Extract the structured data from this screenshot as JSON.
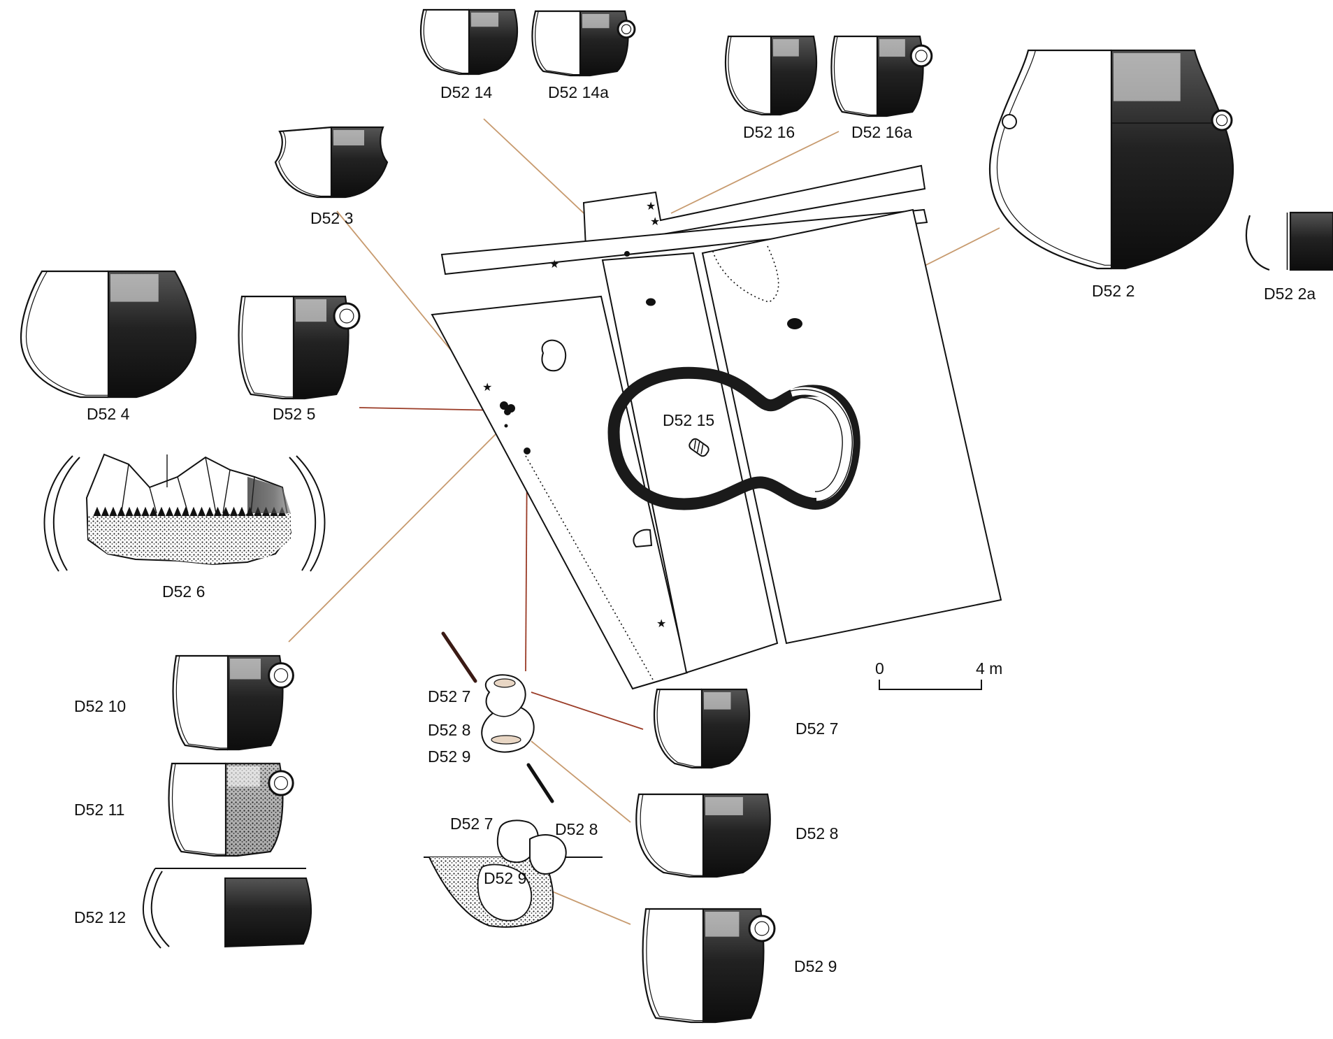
{
  "colors": {
    "ink": "#111111",
    "paper": "#ffffff",
    "shade": "#1a1a1a",
    "leader_red": "#9a3b26",
    "leader_tan": "#c79a6e",
    "fill_dark": "#222222"
  },
  "vessels": [
    {
      "id": "v14",
      "label": "D52 14",
      "handle": false
    },
    {
      "id": "v14a",
      "label": "D52 14a",
      "handle": true
    },
    {
      "id": "v16",
      "label": "D52 16",
      "handle": false
    },
    {
      "id": "v16a",
      "label": "D52 16a",
      "handle": true
    },
    {
      "id": "v3",
      "label": "D52 3",
      "handle": false
    },
    {
      "id": "v2",
      "label": "D52 2",
      "handle": true
    },
    {
      "id": "v2a",
      "label": "D52 2a",
      "handle": false
    },
    {
      "id": "v4",
      "label": "D52 4",
      "handle": false
    },
    {
      "id": "v5",
      "label": "D52  5",
      "handle": true
    },
    {
      "id": "v6",
      "label": "D52 6",
      "handle": false
    },
    {
      "id": "v10",
      "label": "D52 10",
      "handle": true
    },
    {
      "id": "v11",
      "label": "D52 11",
      "handle": true
    },
    {
      "id": "v12",
      "label": "D52 12",
      "handle": false
    },
    {
      "id": "v7",
      "label": "D52 7",
      "handle": false
    },
    {
      "id": "v8",
      "label": "D52 8",
      "handle": false
    },
    {
      "id": "v9",
      "label": "D52 9",
      "handle": true
    }
  ],
  "plan": {
    "feature_label": "D52 15"
  },
  "find_group": {
    "labels": [
      "D52 7",
      "D52 8",
      "D52 9"
    ]
  },
  "section": {
    "label_top_left": "D52 7",
    "label_top_right": "D52 8",
    "label_bottom": "D52 9"
  },
  "scale_bar": {
    "start_label": "0",
    "end_label": "4 m"
  }
}
